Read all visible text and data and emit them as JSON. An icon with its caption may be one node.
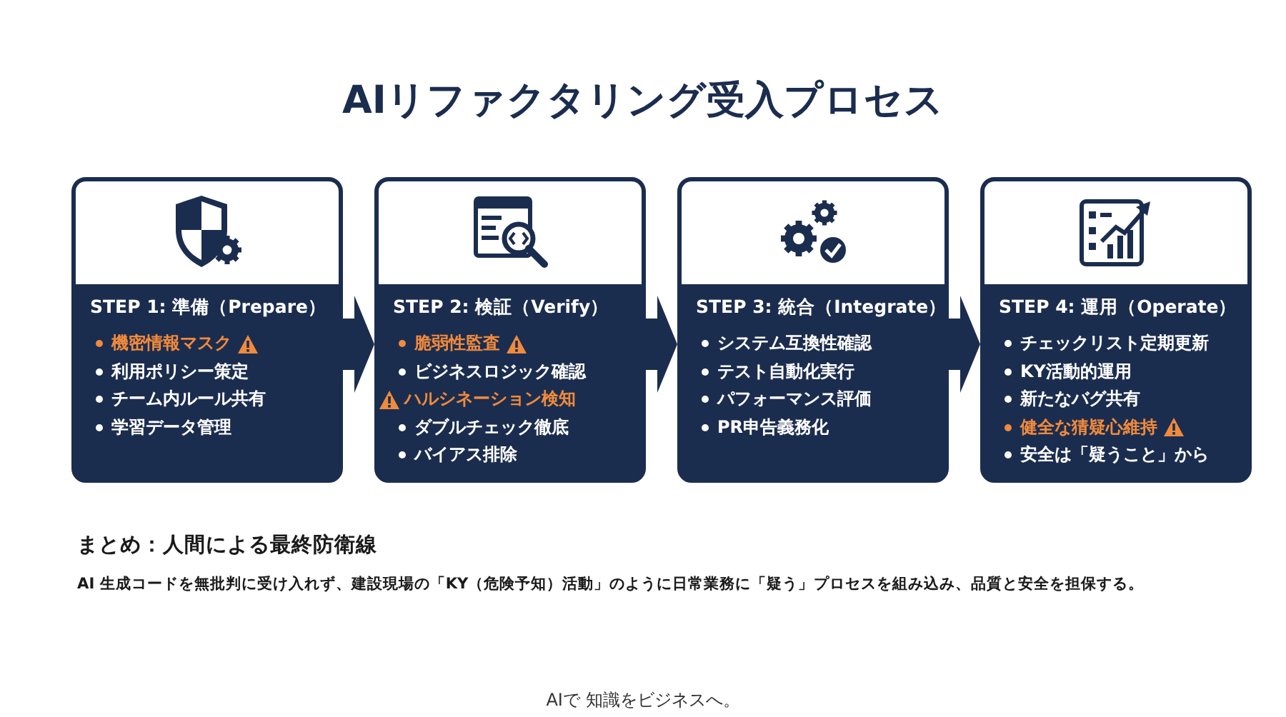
{
  "diagram": {
    "title": "AIリファクタリング受入プロセス",
    "nodes": [
      {
        "text": [
          "STEP 1: 準備（Prepare）",
          "機密情報マスク",
          "利用ポリシー策定",
          "チーム内ルール共有",
          "学習データ管理"
        ]
      },
      {
        "text": [
          "STEP 2: 検証（Verify）",
          "脆弱性監査",
          "ビジネスロジック確認",
          "ハルシネーション検知",
          "ダブルチェック徹底",
          "バイアス排除"
        ]
      },
      {
        "text": [
          "STEP 3: 統合（Integrate）",
          "システム互換性確認",
          "テスト自動化実行",
          "パフォーマンス評価",
          "PR申告義務化"
        ]
      },
      {
        "text": [
          "STEP 4: 運用（Operate）",
          "チェックリスト定期更新",
          "KY活動的運用",
          "新たなバグ共有",
          "健全な猜疑心維持",
          "安全は「疑うこと」から"
        ]
      }
    ],
    "edges": [
      {
        "from": 0,
        "to": 1,
        "arrow": "to"
      },
      {
        "from": 1,
        "to": 2,
        "arrow": "to"
      },
      {
        "from": 2,
        "to": 3,
        "arrow": "to"
      }
    ],
    "labels": [
      "まとめ：人間による最終防衛線",
      "AI 生成コードを無批判に受け入れず、建設現場の「KY（危険予知）活動」のように日常業務に「疑う」プロセスを組み込み、品質と安全を担保する。",
      "AIで 知識をビジネスへ。"
    ]
  }
}
